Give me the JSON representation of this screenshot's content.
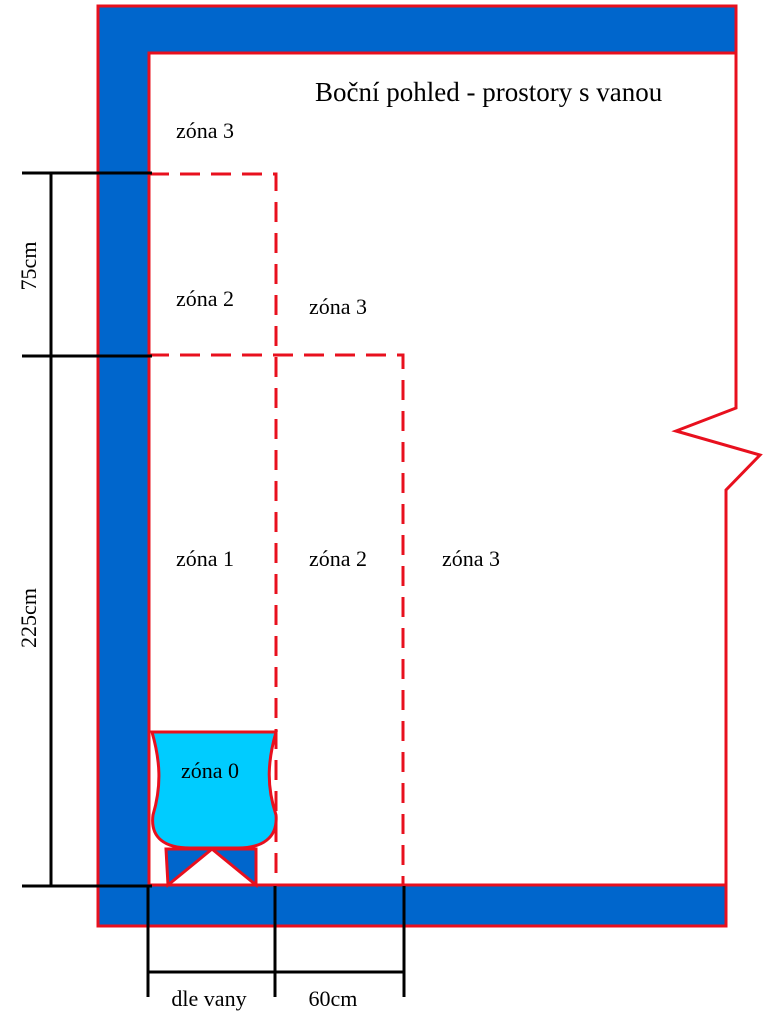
{
  "title": "Boční pohled - prostory s vanou",
  "zones": {
    "zone3_top": "zóna 3",
    "zone2_upper": "zóna 2",
    "zone3_mid": "zóna 3",
    "zone1": "zóna 1",
    "zone2_lower": "zóna 2",
    "zone3_lower": "zóna 3",
    "zone0": "zóna 0"
  },
  "dimensions": {
    "height_upper": "75cm",
    "height_lower": "225cm",
    "width_bath": "dle vany",
    "width_zone2": "60cm"
  },
  "colors": {
    "wall_fill": "#0066cc",
    "outline": "#e8101e",
    "bath_fill": "#00ccff",
    "dim_line": "#000000"
  }
}
